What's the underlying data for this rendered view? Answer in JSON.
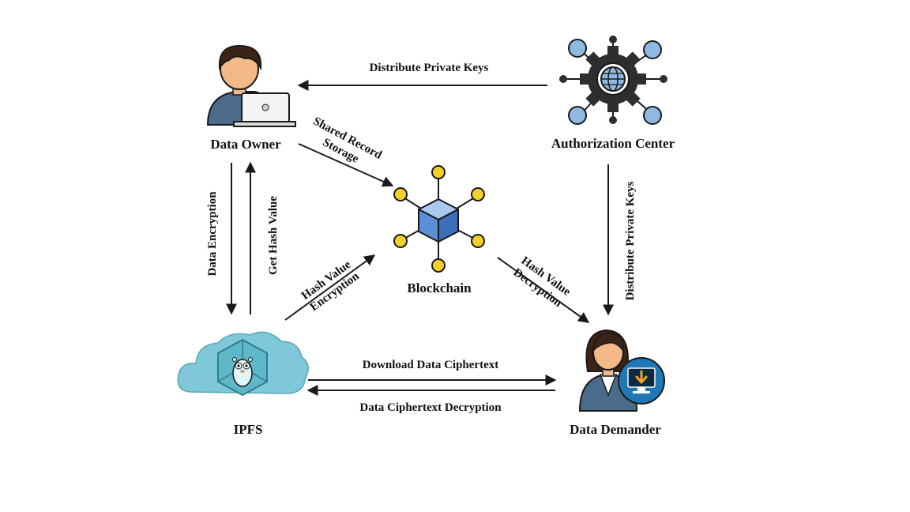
{
  "nodes": {
    "data_owner": "Data Owner",
    "authorization_center": "Authorization Center",
    "blockchain": "Blockchain",
    "ipfs": "IPFS",
    "data_demander": "Data Demander"
  },
  "edges": {
    "distribute_keys_top": "Distribute Private Keys",
    "shared_record_line1": "Shared Record",
    "shared_record_line2": "Storage",
    "data_encryption": "Data Encryption",
    "get_hash_value": "Get Hash Value",
    "hash_enc_line1": "Hash Value",
    "hash_enc_line2": "Encryption",
    "hash_dec_line1": "Hash Value",
    "hash_dec_line2": "Decryption",
    "distribute_keys_right": "Distribute Private Keys",
    "download_ciphertext": "Download Data Ciphertext",
    "ciphertext_decryption": "Data Ciphertext Decryption"
  },
  "icons": {
    "data_owner": "person-laptop-icon",
    "authorization_center": "gear-globe-network-icon",
    "blockchain": "cube-network-icon",
    "ipfs": "cloud-gopher-icon",
    "data_demander": "person-download-icon"
  },
  "colors": {
    "skin": "#f2b885",
    "hair": "#3b2416",
    "shirt": "#4a6b8a",
    "gear": "#2e2e2e",
    "node_blue": "#8fb9e0",
    "cube_blue": "#5b8fd6",
    "node_yellow": "#f2cf2a",
    "cloud": "#7fc8d9",
    "monitor": "#1f77b4"
  }
}
